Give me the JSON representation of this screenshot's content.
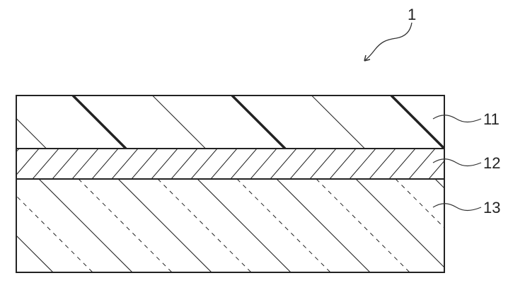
{
  "figure": {
    "assembly_ref": "1",
    "layers": [
      {
        "ref": "11",
        "pattern": "sparse-diagonal-alternating-thick"
      },
      {
        "ref": "12",
        "pattern": "dense-diagonal-hatch"
      },
      {
        "ref": "13",
        "pattern": "diagonal-solid-and-dashed"
      }
    ],
    "line_color": "#222222"
  }
}
